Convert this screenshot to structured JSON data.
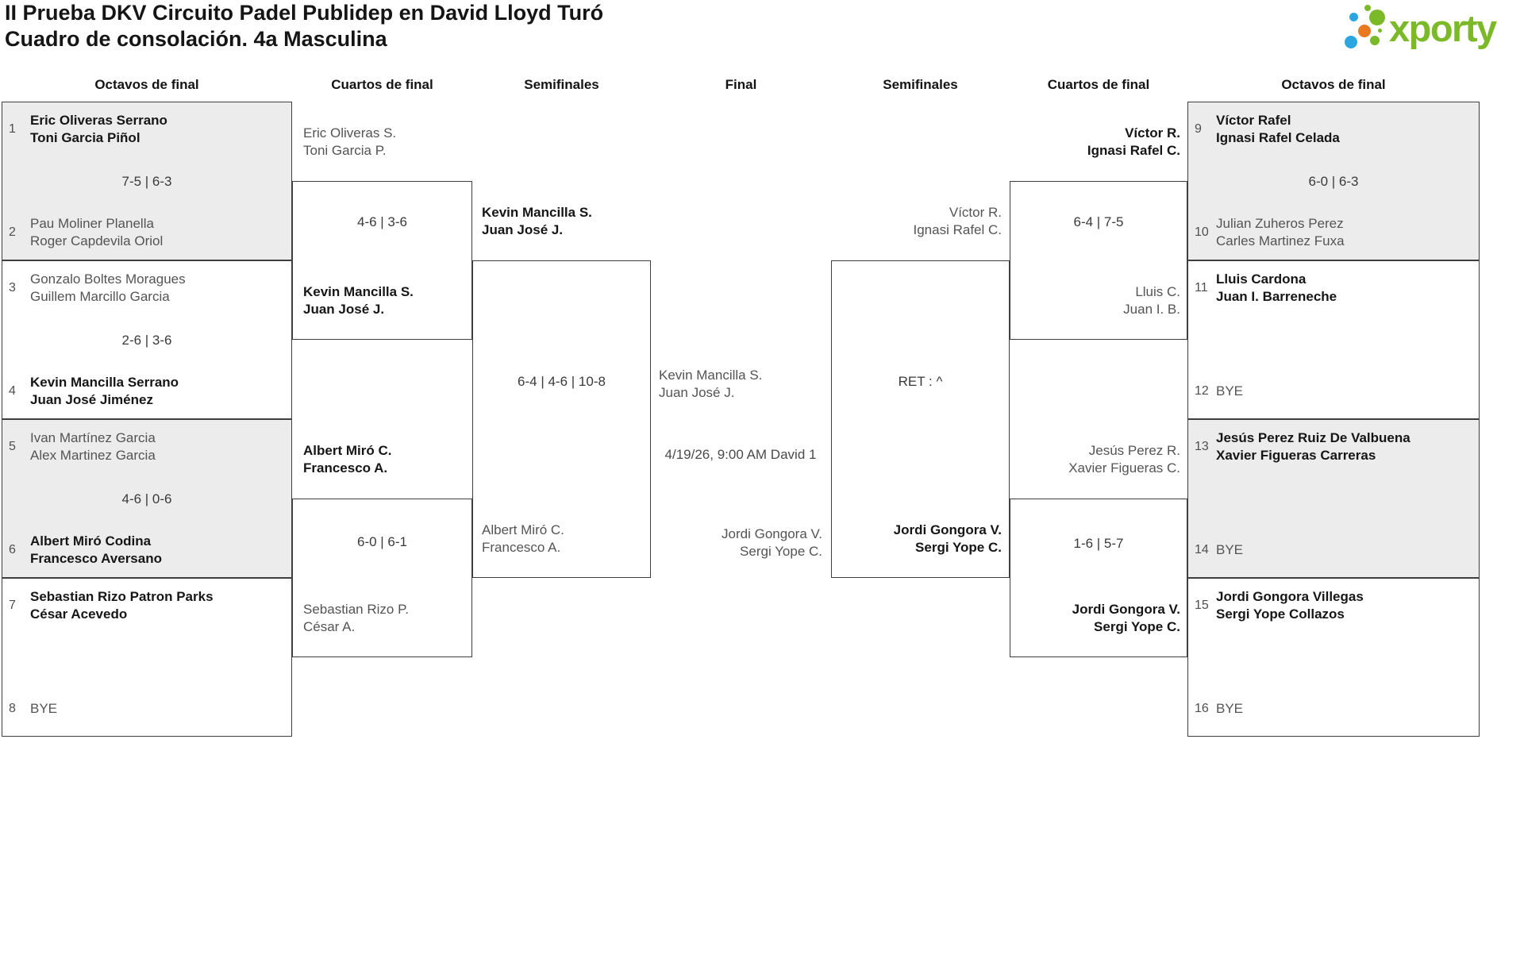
{
  "page": {
    "title_line1": "II Prueba DKV Circuito Padel Publidep en David Lloyd Turó",
    "title_line2": "Cuadro de consolación. 4a Masculina"
  },
  "logo": {
    "brand": "xporty",
    "green": "#7cb928",
    "blue": "#2aa7e0",
    "orange": "#e8791f"
  },
  "headers": {
    "octavos_left": "Octavos de final",
    "cuartos_left": "Cuartos de final",
    "semis_left": "Semifinales",
    "final": "Final",
    "semis_right": "Semifinales",
    "cuartos_right": "Cuartos de final",
    "octavos_right": "Octavos de final"
  },
  "r16L": {
    "slots": [
      {
        "seed": "1",
        "p1": "Eric Oliveras Serrano",
        "p2": "Toni Garcia Piñol",
        "winner": true
      },
      {
        "seed": "2",
        "p1": "Pau Moliner Planella",
        "p2": "Roger Capdevila Oriol",
        "winner": false
      },
      {
        "seed": "3",
        "p1": "Gonzalo Boltes Moragues",
        "p2": "Guillem Marcillo Garcia",
        "winner": false
      },
      {
        "seed": "4",
        "p1": "Kevin Mancilla Serrano",
        "p2": "Juan José Jiménez",
        "winner": true
      },
      {
        "seed": "5",
        "p1": "Ivan Martínez Garcia",
        "p2": "Alex Martinez Garcia",
        "winner": false
      },
      {
        "seed": "6",
        "p1": "Albert Miró Codina",
        "p2": "Francesco Aversano",
        "winner": true
      },
      {
        "seed": "7",
        "p1": "Sebastian Rizo Patron Parks",
        "p2": "César Acevedo",
        "winner": true
      },
      {
        "seed": "8",
        "p1": "BYE",
        "winner": false
      }
    ],
    "scores": [
      "7-5 | 6-3",
      "2-6 | 3-6",
      "4-6 | 0-6",
      ""
    ]
  },
  "r16R": {
    "slots": [
      {
        "seed": "9",
        "p1": "Víctor Rafel",
        "p2": "Ignasi Rafel Celada",
        "winner": true
      },
      {
        "seed": "10",
        "p1": "Julian Zuheros Perez",
        "p2": "Carles Martinez Fuxa",
        "winner": false
      },
      {
        "seed": "11",
        "p1": "Lluis Cardona",
        "p2": "Juan I. Barreneche",
        "winner": true
      },
      {
        "seed": "12",
        "p1": "BYE",
        "winner": false
      },
      {
        "seed": "13",
        "p1": "Jesús Perez Ruiz De Valbuena",
        "p2": "Xavier Figueras Carreras",
        "winner": true
      },
      {
        "seed": "14",
        "p1": "BYE",
        "winner": false
      },
      {
        "seed": "15",
        "p1": "Jordi Gongora Villegas",
        "p2": "Sergi Yope Collazos",
        "winner": true
      },
      {
        "seed": "16",
        "p1": "BYE",
        "winner": false
      }
    ],
    "scores": [
      "6-0 | 6-3",
      "",
      "",
      ""
    ]
  },
  "qfL": [
    {
      "t1": [
        "Eric Oliveras S.",
        "Toni Garcia P."
      ],
      "t1_winner": false,
      "score": "4-6 | 3-6",
      "t2": [
        "Kevin Mancilla S.",
        "Juan José J."
      ],
      "t2_winner": true
    },
    {
      "t1": [
        "Albert Miró C.",
        "Francesco A."
      ],
      "t1_winner": true,
      "score": "6-0 | 6-1",
      "t2": [
        "Sebastian Rizo P.",
        "César A."
      ],
      "t2_winner": false
    }
  ],
  "sfL": {
    "t1": [
      "Kevin Mancilla S.",
      "Juan José J."
    ],
    "t1_winner": true,
    "score": "6-4 | 4-6 | 10-8",
    "t2": [
      "Albert Miró C.",
      "Francesco A."
    ],
    "t2_winner": false
  },
  "final": {
    "t1": [
      "Kevin Mancilla S.",
      "Juan José J."
    ],
    "t1_winner": false,
    "info": "4/19/26, 9:00 AM David 1",
    "t2": [
      "Jordi Gongora V.",
      "Sergi Yope C."
    ],
    "t2_winner": false
  },
  "sfR": {
    "t1": [
      "Víctor R.",
      "Ignasi Rafel C."
    ],
    "t1_winner": false,
    "score": "RET : ^",
    "t2": [
      "Jordi Gongora V.",
      "Sergi Yope C."
    ],
    "t2_winner": true
  },
  "qfR": [
    {
      "t1": [
        "Víctor R.",
        "Ignasi Rafel C."
      ],
      "t1_winner": true,
      "score": "6-4 | 7-5",
      "t2": [
        "Lluis C.",
        "Juan I. B."
      ],
      "t2_winner": false
    },
    {
      "t1": [
        "Jesús Perez R.",
        "Xavier Figueras C."
      ],
      "t1_winner": false,
      "score": "1-6 | 5-7",
      "t2": [
        "Jordi Gongora V.",
        "Sergi Yope C."
      ],
      "t2_winner": true
    }
  ]
}
